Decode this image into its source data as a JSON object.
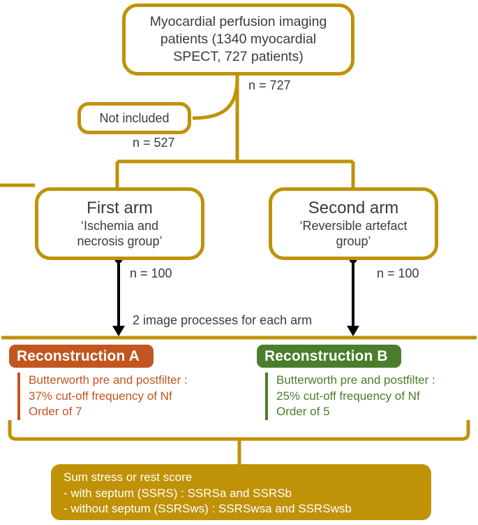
{
  "colors": {
    "gold": "#c09208",
    "orange": "#c25520",
    "green": "#4a7d2c",
    "text_dark": "#3b3b3b",
    "white": "#ffffff"
  },
  "top_box": {
    "lines": [
      "Myocardial perfusion imaging",
      "patients (1340 myocardial",
      "SPECT, 727 patients)"
    ]
  },
  "counts": {
    "total": "n = 727",
    "not_included": "n = 527",
    "first_arm": "n = 100",
    "second_arm": "n = 100"
  },
  "not_included_box": {
    "label": "Not included"
  },
  "first_arm": {
    "title": "First arm",
    "subtitle_line1": "‘Ischemia and",
    "subtitle_line2": "necrosis group’"
  },
  "second_arm": {
    "title": "Second arm",
    "subtitle_line1": "‘Reversible artefact",
    "subtitle_line2": "group’"
  },
  "process_label": "2 image processes for each arm",
  "reconstruction_a": {
    "header": "Reconstruction A",
    "line1": "Butterworth pre and postfilter :",
    "line2": "37% cut-off frequency of Nf",
    "line3": "Order of 7"
  },
  "reconstruction_b": {
    "header": "Reconstruction B",
    "line1": "Butterworth pre and postfilter :",
    "line2": "25% cut-off frequency of Nf",
    "line3": "Order of 5"
  },
  "summary": {
    "line1": "Sum stress or rest score",
    "line2": "- with septum (SSRS) : SSRSa and SSRSb",
    "line3": "- without septum (SSRSws) : SSRSwsa and SSRSwsb"
  }
}
